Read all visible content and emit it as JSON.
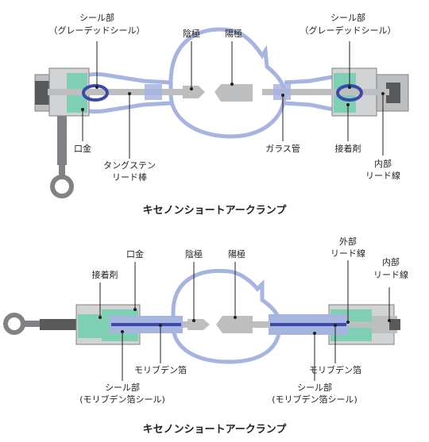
{
  "top": {
    "labels": {
      "seal_left_1": "シール部",
      "seal_left_2": "（グレーデッドシール）",
      "cathode": "陰極",
      "anode": "陽極",
      "seal_right_1": "シール部",
      "seal_right_2": "（グレーデッドシール）",
      "base": "口金",
      "tungsten_1": "タングステン",
      "tungsten_2": "リード棒",
      "glass_tube": "ガラス管",
      "adhesive": "接着剤",
      "inner_lead_1": "内部",
      "inner_lead_2": "リード線"
    },
    "caption": "キセノンショートアークランプ"
  },
  "bottom": {
    "labels": {
      "adhesive": "接着剤",
      "base": "口金",
      "cathode": "陰極",
      "anode": "陽極",
      "outer_lead_1": "外部",
      "outer_lead_2": "リード線",
      "inner_lead_1": "内部",
      "inner_lead_2": "リード線",
      "moly_left": "モリブデン箔",
      "moly_right": "モリブデン箔",
      "seal_left_1": "シール部",
      "seal_left_2": "(モリブデン箔シール)",
      "seal_right_1": "シール部",
      "seal_right_2": "(モリブデン箔シール)"
    },
    "caption": "キセノンショートアークランプ"
  },
  "colors": {
    "glass": "#a7b4e0",
    "metal": "#bcbec0",
    "dark_metal": "#58595b",
    "adhesive": "#7fcfb4",
    "seal_blue": "#3b4aa8",
    "text": "#231f20"
  }
}
